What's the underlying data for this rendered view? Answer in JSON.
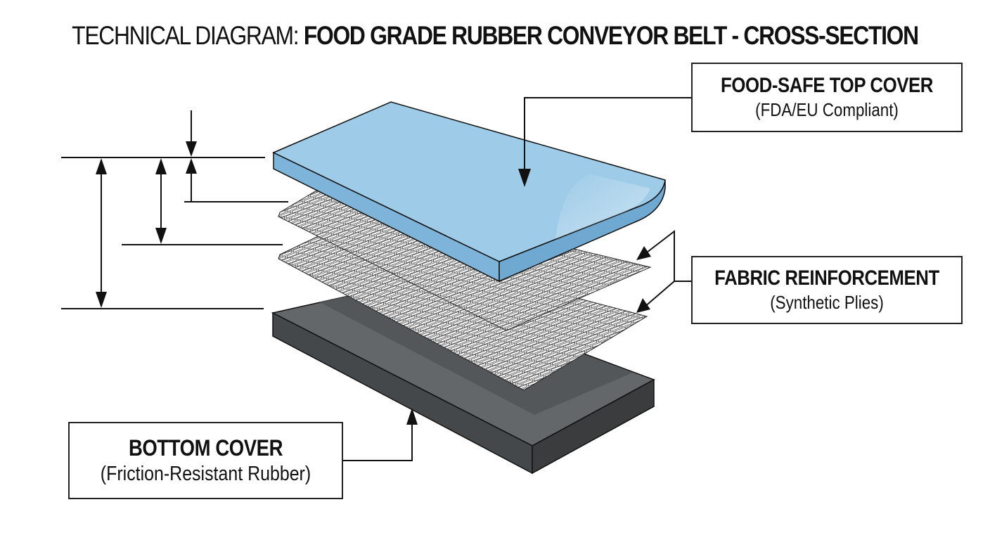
{
  "title": {
    "prefix": "TECHNICAL DIAGRAM:",
    "main": "FOOD GRADE RUBBER CONVEYOR BELT - CROSS-SECTION"
  },
  "layers": [
    {
      "id": "top-cover",
      "name": "FOOD-SAFE TOP COVER",
      "detail": "(FDA/EU Compliant)",
      "color": "#9ecbe8"
    },
    {
      "id": "fabric",
      "name": "FABRIC REINFORCEMENT",
      "detail": "(Synthetic Plies)",
      "plies": 2,
      "color": "#f2f2f2"
    },
    {
      "id": "bottom-cover",
      "name": "BOTTOM COVER",
      "detail": "(Friction-Resistant Rubber)",
      "color": "#5f6264"
    }
  ],
  "colors": {
    "top_cover": "#9ecbe8",
    "top_cover_edge": "#6fa9d2",
    "bottom_top_face": "#63676a",
    "bottom_side": "#3e4042",
    "line": "#111111"
  }
}
